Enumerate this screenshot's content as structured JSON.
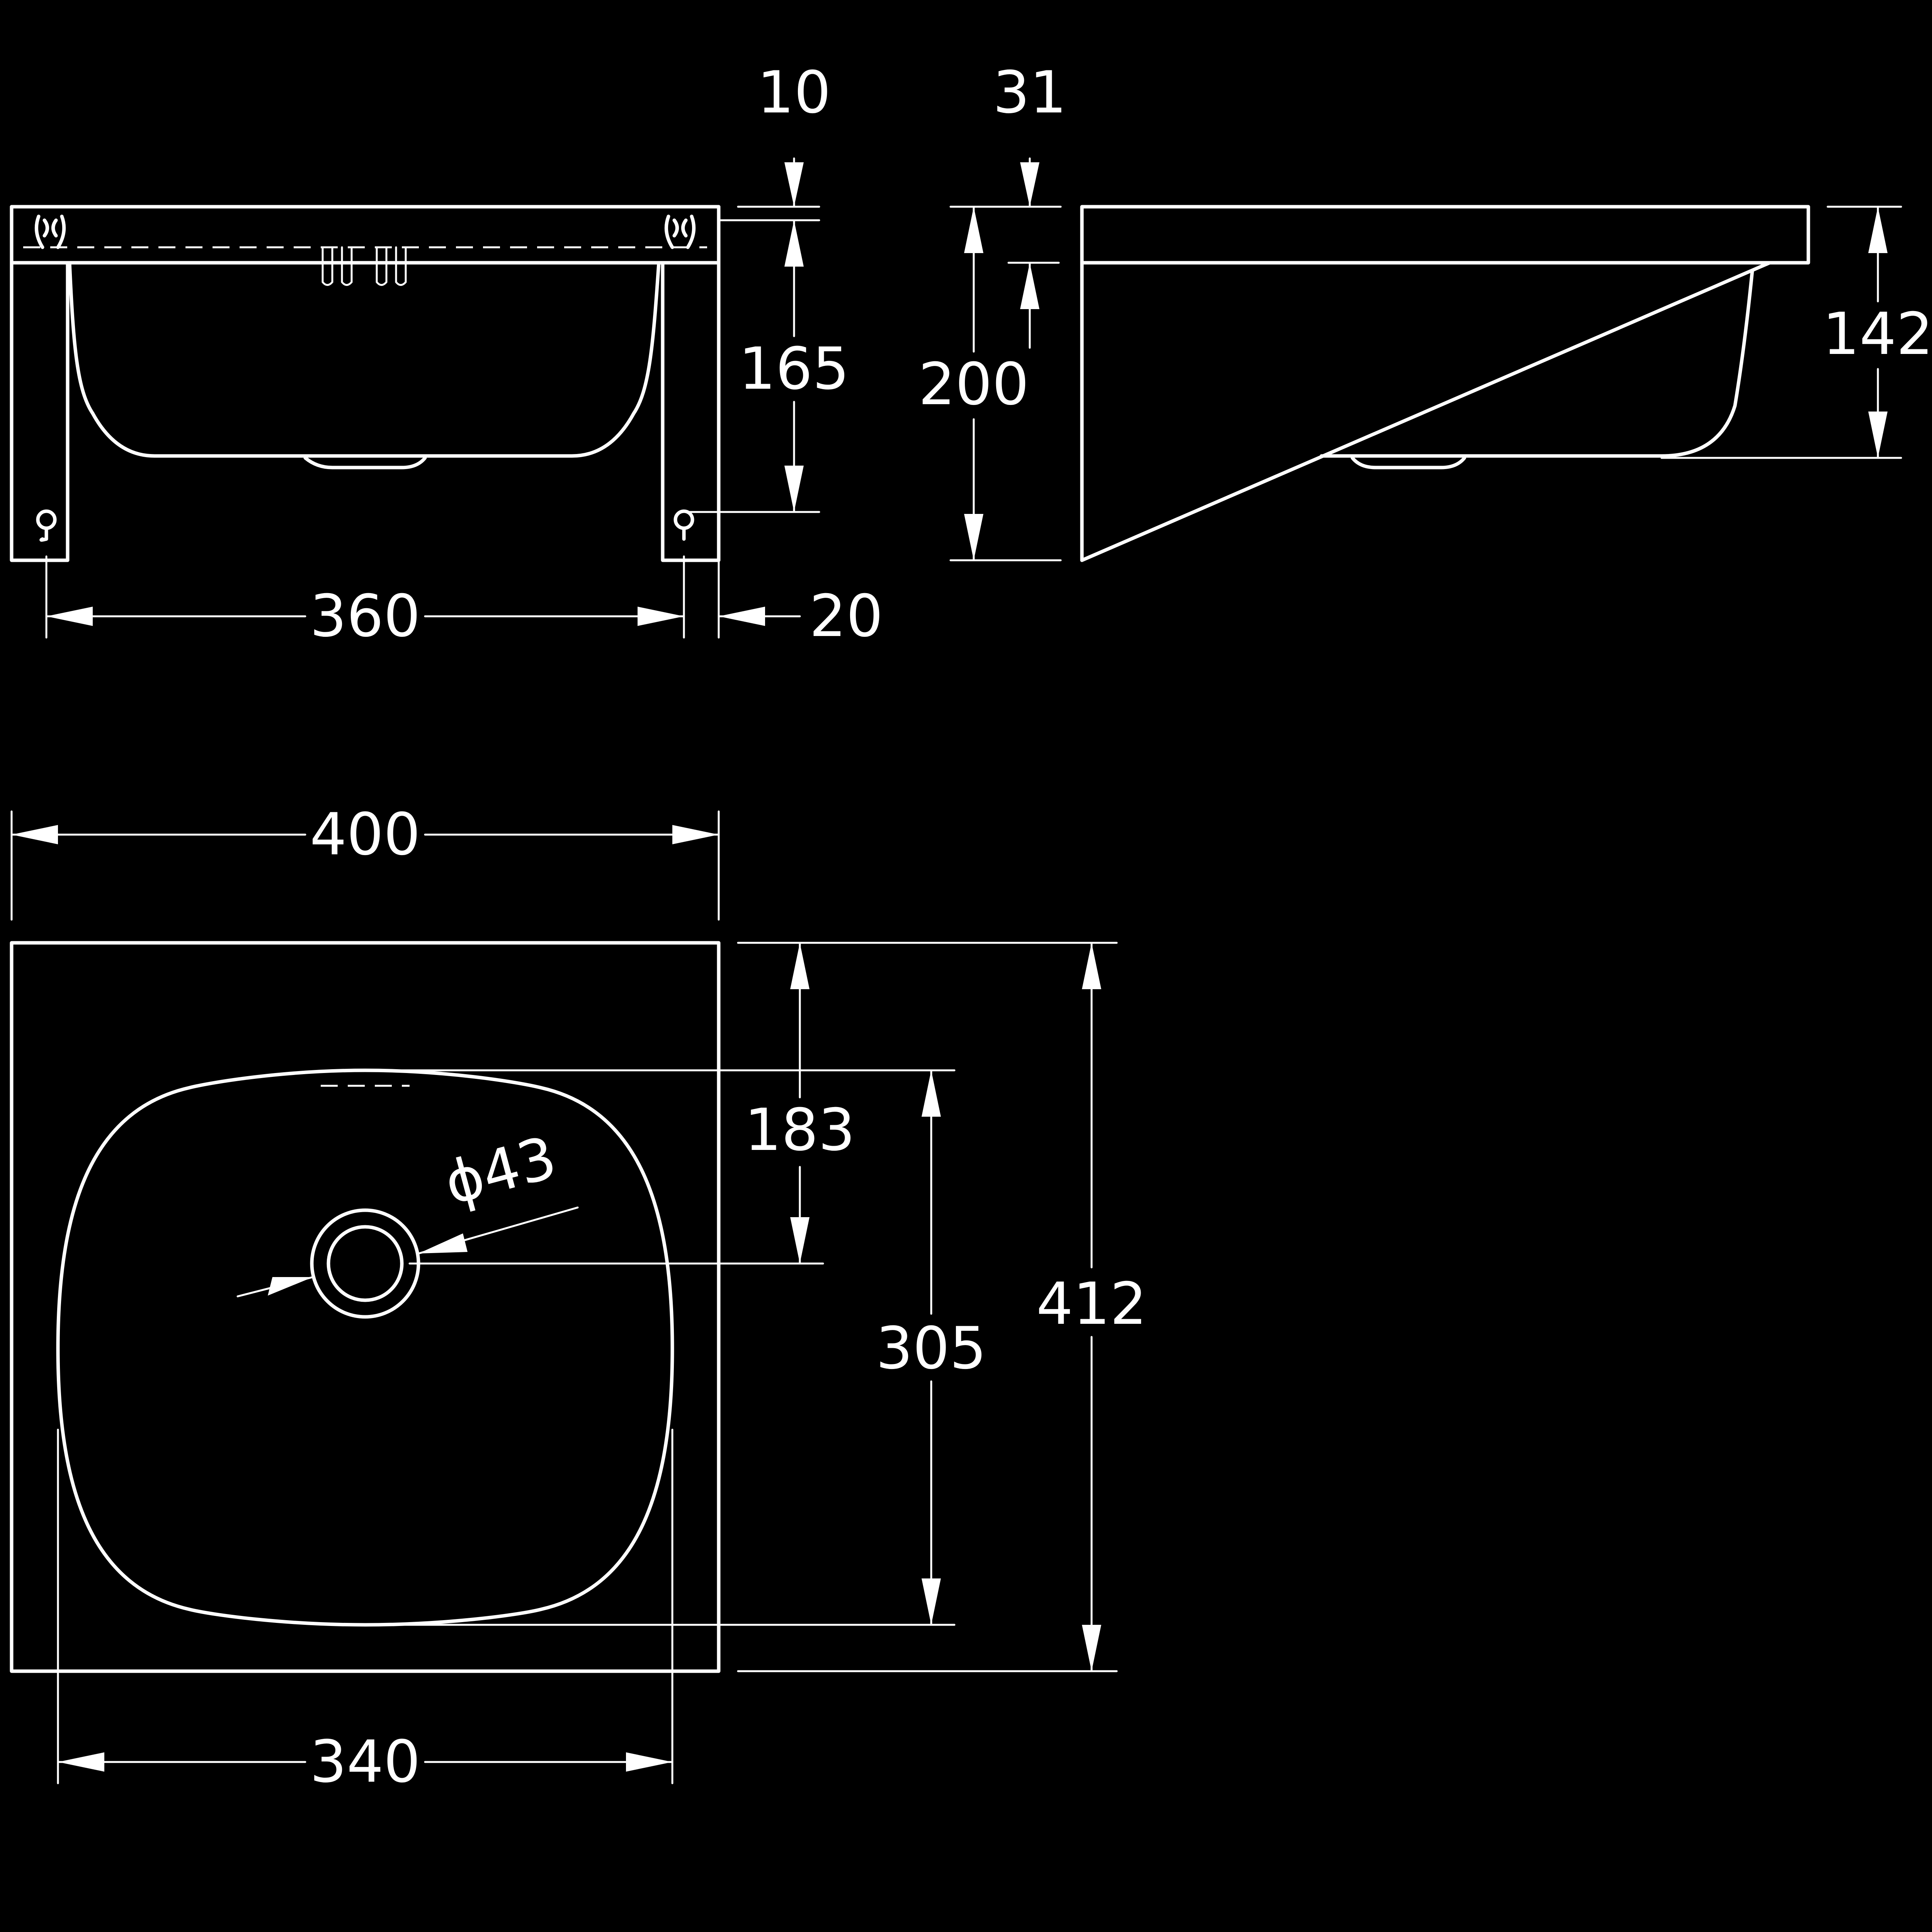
{
  "colors": {
    "background": "#000000",
    "lines": "#ffffff"
  },
  "front_view": {
    "width_between_holes": "360",
    "bracket_offset": "20",
    "rim_thickness": "10",
    "bracket_height": "165"
  },
  "side_view": {
    "rim_top": "31",
    "total_height": "200",
    "bowl_depth": "142"
  },
  "top_view": {
    "outer_width": "400",
    "bowl_width": "340",
    "drain_offset": "183",
    "bowl_length": "305",
    "outer_length": "412",
    "drain_diameter": "ϕ43"
  }
}
